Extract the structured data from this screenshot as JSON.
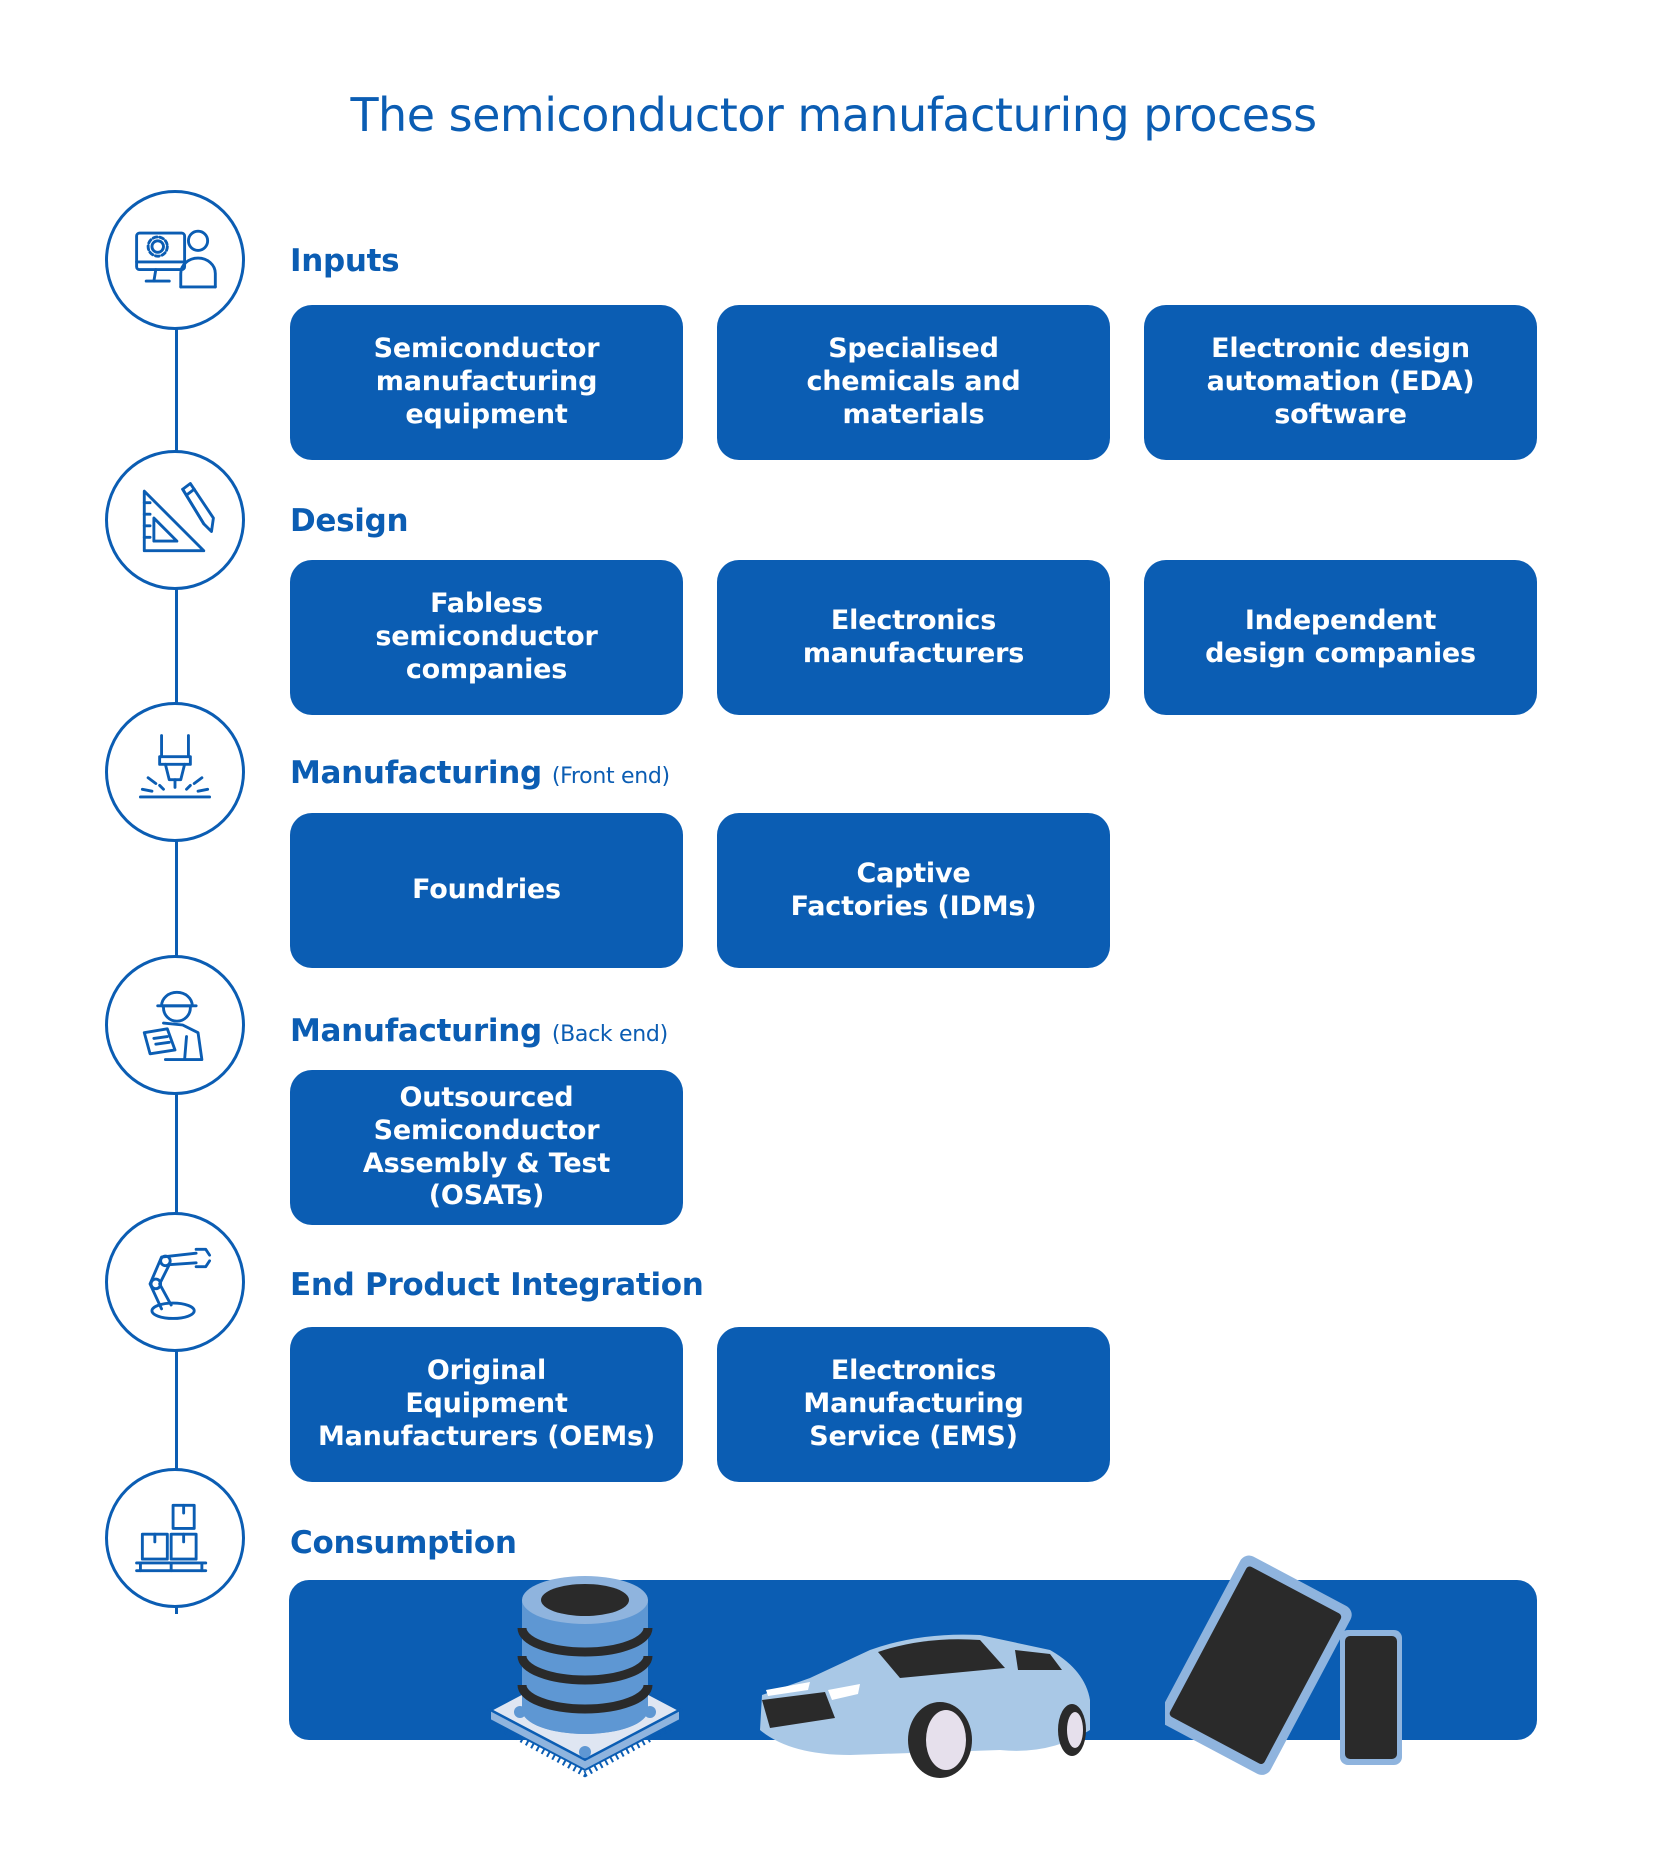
{
  "title": "The semiconductor manufacturing process",
  "colors": {
    "brand_blue": "#0b5db3",
    "light_blue": "#a9c8e6"
  },
  "stages": [
    {
      "icon": "computer-user-gear-icon",
      "heading": "Inputs",
      "subheading": "",
      "cards": [
        "Semiconductor\nmanufacturing\nequipment",
        "Specialised\nchemicals and\nmaterials",
        "Electronic design\nautomation (EDA)\nsoftware"
      ]
    },
    {
      "icon": "ruler-pencil-icon",
      "heading": "Design",
      "subheading": "",
      "cards": [
        "Fabless\nsemiconductor\ncompanies",
        "Electronics\nmanufacturers",
        "Independent\ndesign companies"
      ]
    },
    {
      "icon": "laser-machine-icon",
      "heading": "Manufacturing",
      "subheading": "(Front end)",
      "cards": [
        "Foundries",
        "Captive\nFactories (IDMs)"
      ]
    },
    {
      "icon": "worker-clipboard-icon",
      "heading": "Manufacturing",
      "subheading": "(Back end)",
      "cards": [
        "Outsourced\nSemiconductor\nAssembly & Test (OSATs)"
      ]
    },
    {
      "icon": "robot-arm-icon",
      "heading": "End Product Integration",
      "subheading": "",
      "cards": [
        "Original\nEquipment\nManufacturers (OEMs)",
        "Electronics\nManufacturing\nService (EMS)"
      ]
    },
    {
      "icon": "boxes-pallet-icon",
      "heading": "Consumption",
      "subheading": "",
      "cards": []
    }
  ],
  "consumption_items": [
    "server-chip-illustration",
    "car-illustration",
    "tablet-phone-illustration"
  ]
}
